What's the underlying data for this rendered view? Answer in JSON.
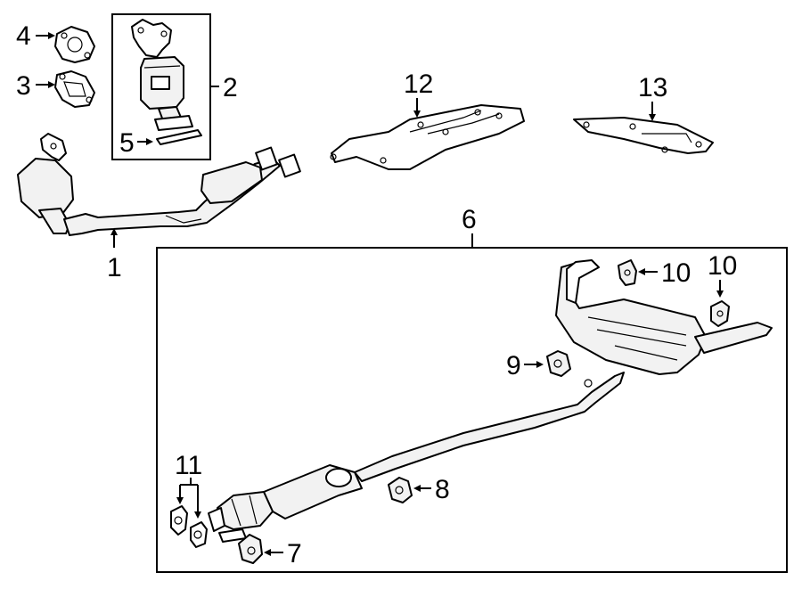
{
  "callouts": {
    "n1": "1",
    "n2": "2",
    "n3": "3",
    "n4": "4",
    "n5": "5",
    "n6": "6",
    "n7": "7",
    "n8": "8",
    "n9": "9",
    "n10a": "10",
    "n10b": "10",
    "n11": "11",
    "n12": "12",
    "n13": "13"
  }
}
